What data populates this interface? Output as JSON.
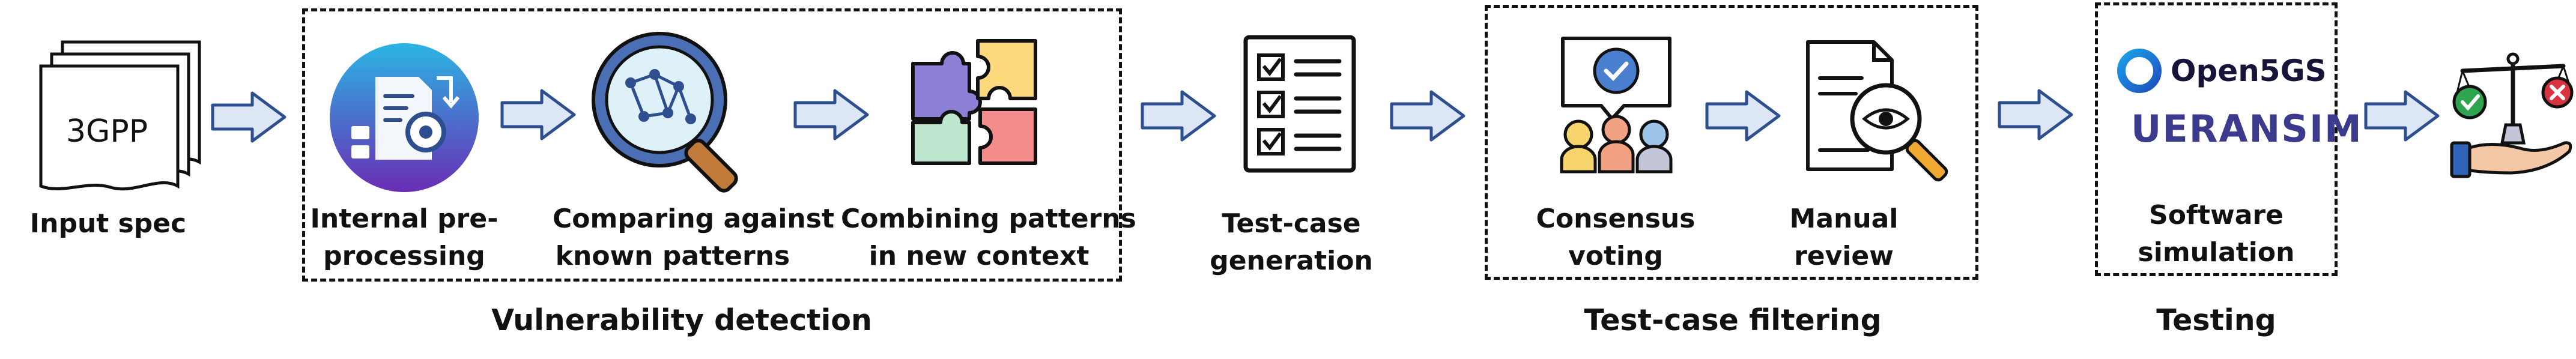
{
  "stages": {
    "input": {
      "label": "Input spec",
      "doc_text": "3GPP"
    },
    "internal": {
      "label_l1": "Internal pre-",
      "label_l2": "processing"
    },
    "comparing": {
      "label_l1": "Comparing against",
      "label_l2": "known patterns"
    },
    "combining": {
      "label_l1": "Combining patterns",
      "label_l2": "in new context"
    },
    "testgen": {
      "label_l1": "Test-case",
      "label_l2": "generation"
    },
    "consensus": {
      "label_l1": "Consensus",
      "label_l2": "voting"
    },
    "manual": {
      "label_l1": "Manual",
      "label_l2": "review"
    },
    "software": {
      "label_l1": "Software",
      "label_l2": "simulation"
    }
  },
  "groups": {
    "vulnerability": "Vulnerability detection",
    "filtering": "Test-case filtering",
    "testing": "Testing"
  },
  "logos": {
    "open5gs": "Open5GS",
    "ueransim": "UERANSIM"
  },
  "icons": [
    "document-stack-icon",
    "settings-document-icon",
    "magnifier-network-icon",
    "puzzle-icon",
    "checklist-icon",
    "consensus-vote-icon",
    "document-review-icon",
    "scales-hand-icon",
    "arrow-right-icon"
  ],
  "colors": {
    "arrow_fill": "#dce6f4",
    "arrow_stroke": "#2e4f8f",
    "gradient_top": "#2bb5e3",
    "gradient_bottom": "#6a2db5"
  }
}
